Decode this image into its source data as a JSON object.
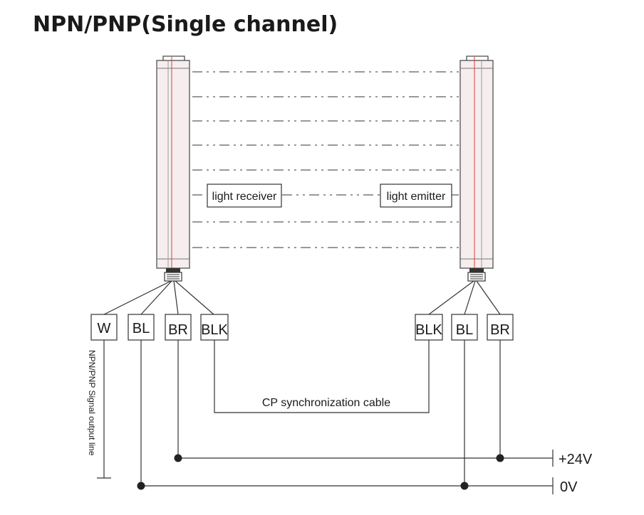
{
  "title": "NPN/PNP(Single channel)",
  "receiver": {
    "label": "light receiver",
    "wires": [
      "W",
      "BL",
      "BR",
      "BLK"
    ]
  },
  "emitter": {
    "label": "light emitter",
    "wires": [
      "BLK",
      "BL",
      "BR"
    ]
  },
  "sync_cable_label": "CP synchronization cable",
  "signal_line_label": "NPN/PNP  Signal output line",
  "power": {
    "positive": "+24V",
    "ground": "0V"
  }
}
